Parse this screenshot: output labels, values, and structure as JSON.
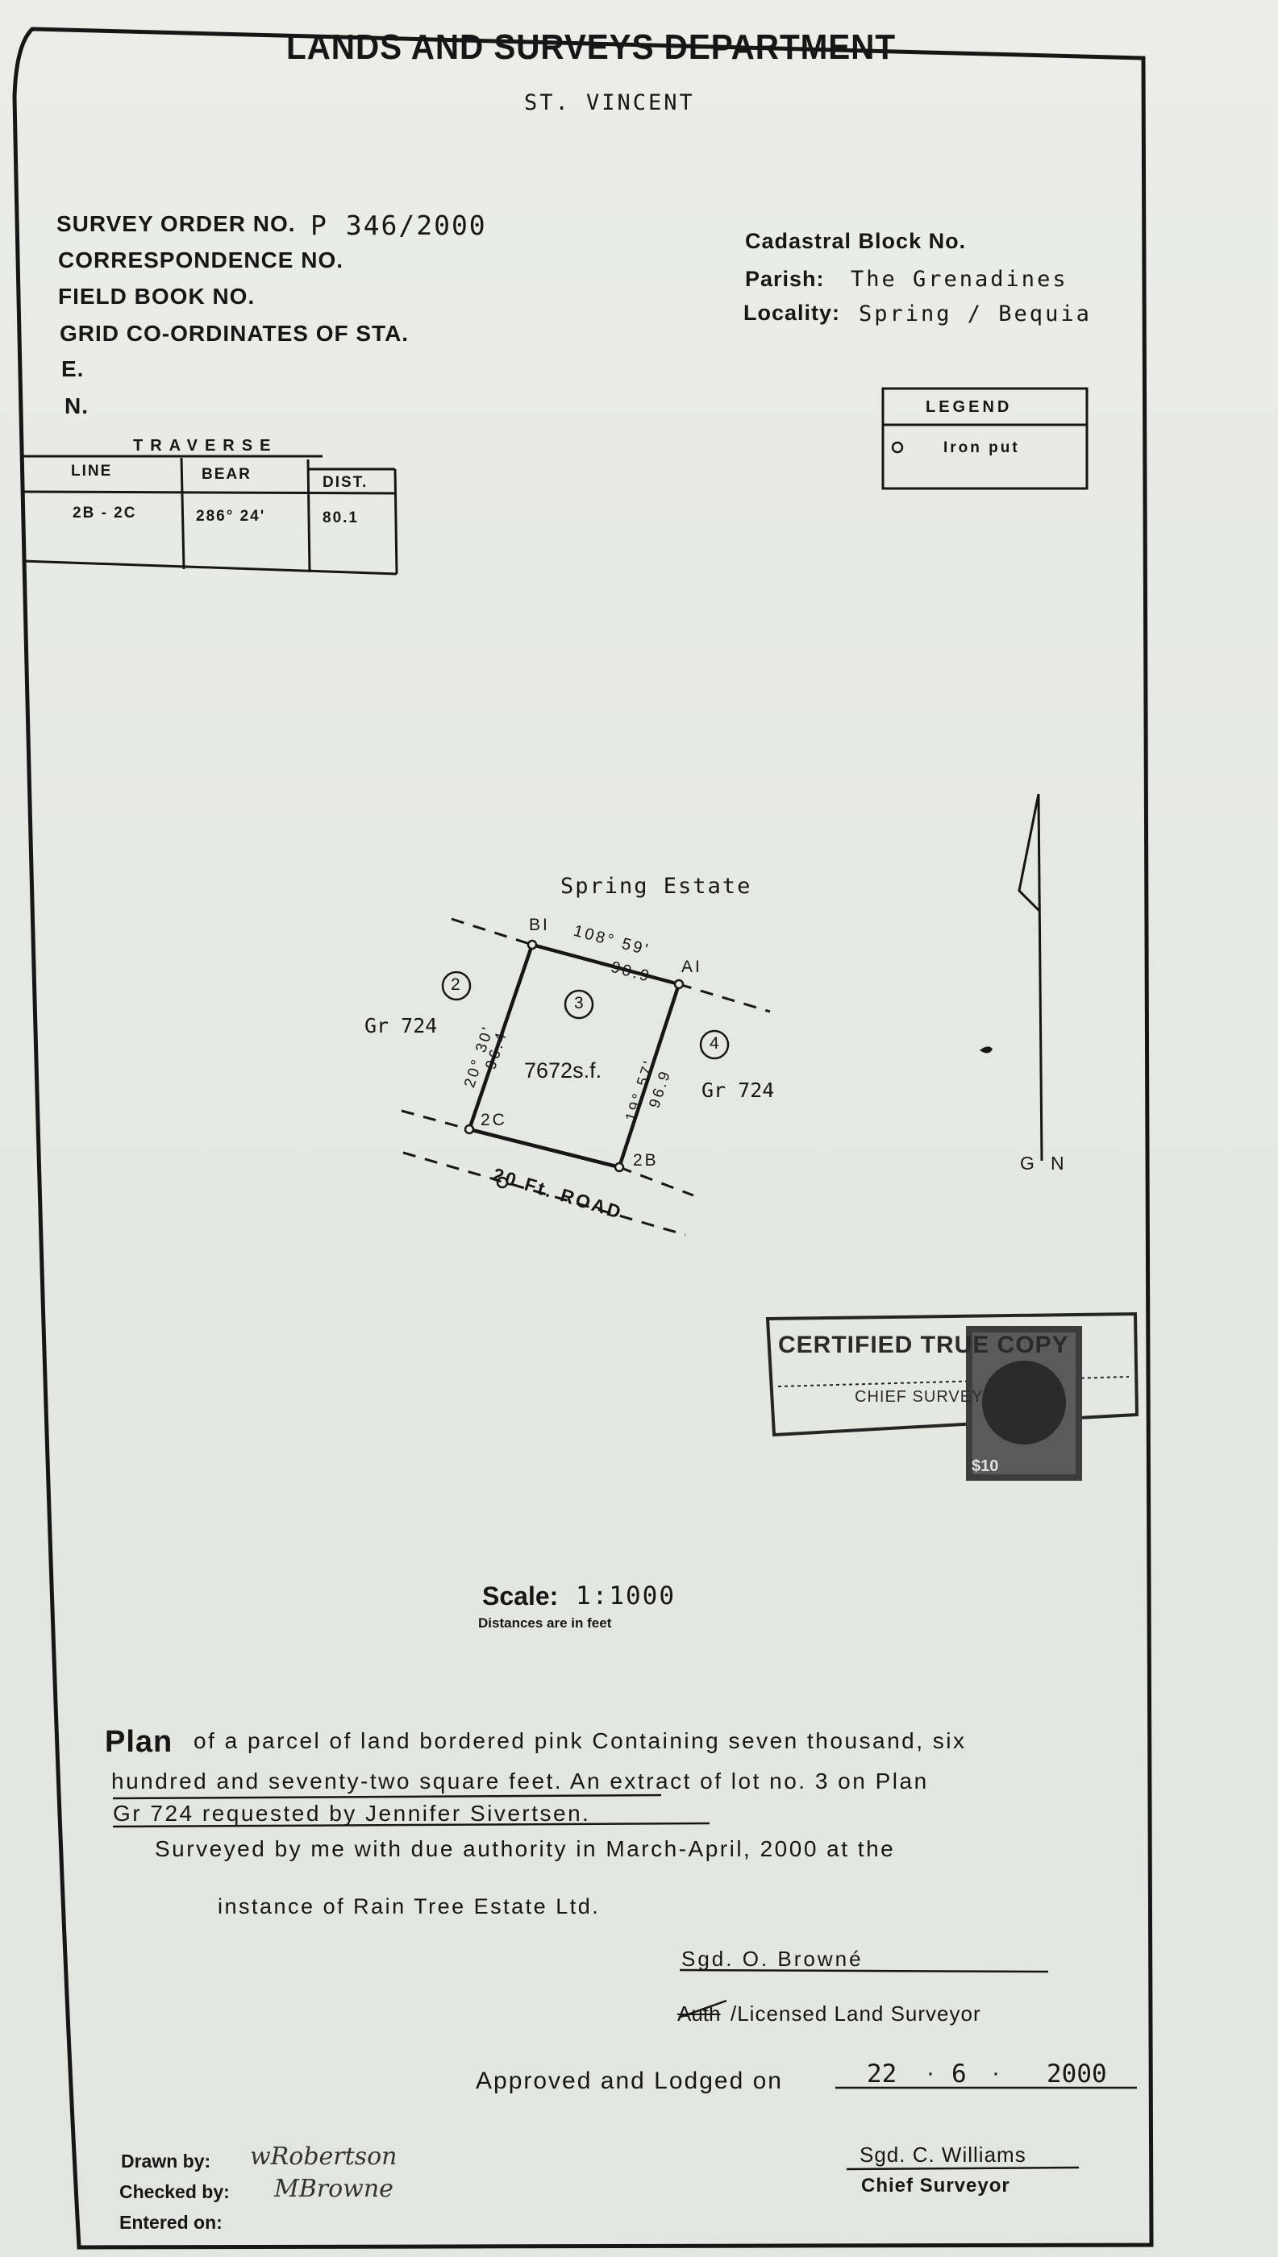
{
  "header": {
    "department": "LANDS AND SURVEYS DEPARTMENT",
    "territory": "ST. VINCENT"
  },
  "survey_info": {
    "survey_order_label": "SURVEY ORDER NO.",
    "survey_order_value": "P 346/2000",
    "correspondence_label": "CORRESPONDENCE NO.",
    "field_book_label": "FIELD BOOK NO.",
    "grid_label": "GRID CO-ORDINATES OF STA.",
    "e_label": "E.",
    "n_label": "N."
  },
  "location": {
    "cadastral_label": "Cadastral Block No.",
    "parish_label": "Parish:",
    "parish_value": "The Grenadines",
    "locality_label": "Locality:",
    "locality_value": "Spring / Bequia"
  },
  "legend": {
    "title": "LEGEND",
    "item": "Iron put"
  },
  "traverse": {
    "title": "TRAVERSE",
    "headers": [
      "LINE",
      "BEAR",
      "DIST."
    ],
    "rows": [
      [
        "2B - 2C",
        "286° 24'",
        "80.1"
      ]
    ]
  },
  "map": {
    "estate": "Spring Estate",
    "lot_left": "2",
    "lot_center": "3",
    "lot_right": "4",
    "gr_left": "Gr 724",
    "gr_right": "Gr 724",
    "area": "7672s.f.",
    "point_b1": "BI",
    "point_a1": "AI",
    "point_2c": "2C",
    "point_2b": "2B",
    "top_bearing": "108° 59'",
    "top_dist": "90.9",
    "left_bearing": "20° 30'",
    "left_dist": "96.4",
    "right_bearing": "19° 57'",
    "right_dist": "96.9",
    "road": "20 Ft. ROAD",
    "north_g": "G",
    "north_n": "N"
  },
  "stamp": {
    "text": "CERTIFIED TRUE COPY",
    "sub": "CHIEF SURVEYOR",
    "stamp_value": "$10"
  },
  "scale": {
    "label": "Scale:",
    "value": "1:1000",
    "note": "Distances are in feet"
  },
  "plan": {
    "lead": "Plan",
    "line1": "of a parcel of land bordered pink Containing seven thousand, six",
    "line2": "hundred and seventy-two square feet. An extract of lot no. 3 on Plan",
    "line3": "Gr 724 requested by Jennifer Sivertsen.",
    "surveyed": "Surveyed by me with due authority in March-April, 2000 at the",
    "instance": "instance of Rain Tree Estate Ltd."
  },
  "signatures": {
    "surveyor": "Sgd. O. Browné",
    "surveyor_title_struck": "Auth",
    "surveyor_title_rest": "/Licensed Land Surveyor",
    "approved_label": "Approved and Lodged on",
    "approved_day": "22",
    "approved_month": "6",
    "approved_year": "2000",
    "drawn_label": "Drawn by:",
    "drawn_sig": "wRobertson",
    "checked_label": "Checked by:",
    "checked_sig": "MBrowne",
    "entered_label": "Entered on:",
    "chief": "Sgd. C. Williams",
    "chief_title": "Chief Surveyor"
  }
}
